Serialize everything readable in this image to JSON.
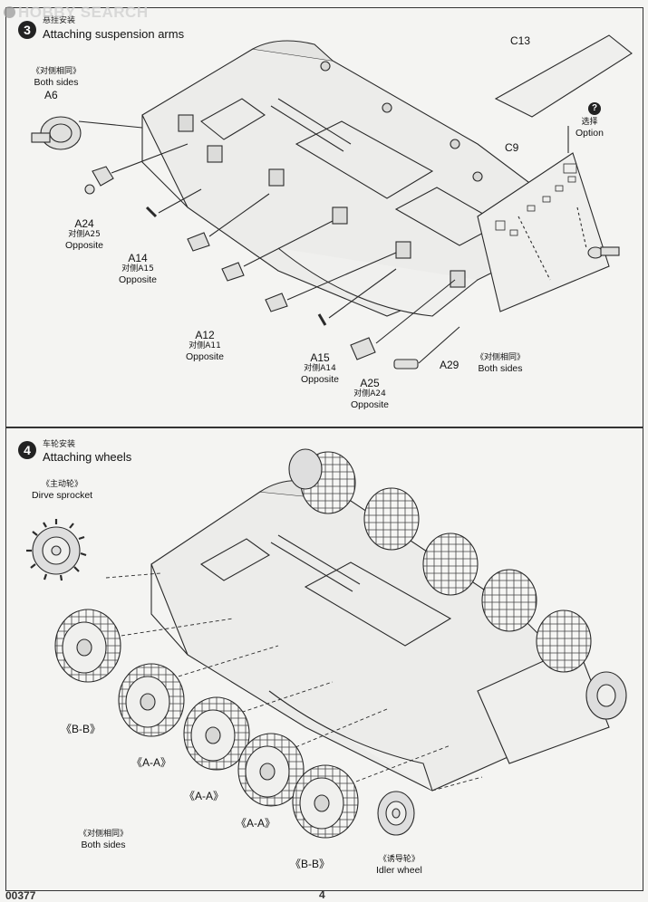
{
  "watermark": "HOBBY SEARCH",
  "page_code": "00377",
  "page_number": "4",
  "step3": {
    "number": "3",
    "title_cn": "悬挂安装",
    "title_en": "Attaching suspension arms",
    "labels": {
      "both_sides_cn": "《对侧相同》",
      "both_sides_en": "Both sides",
      "a6": "A6",
      "a24": "A24",
      "a24_cn": "对侧A25",
      "a24_en": "Opposite",
      "a14": "A14",
      "a14_cn": "对侧A15",
      "a14_en": "Opposite",
      "a12": "A12",
      "a12_cn": "对侧A11",
      "a12_en": "Opposite",
      "a15": "A15",
      "a15_cn": "对侧A14",
      "a15_en": "Opposite",
      "a25": "A25",
      "a25_cn": "对侧A24",
      "a25_en": "Opposite",
      "a29": "A29",
      "a29_both_cn": "《对侧相同》",
      "a29_both_en": "Both sides",
      "c13": "C13",
      "c9": "C9",
      "option_icon": "?",
      "option_cn": "选择",
      "option_en": "Option"
    }
  },
  "step4": {
    "number": "4",
    "title_cn": "车轮安装",
    "title_en": "Attaching wheels",
    "labels": {
      "sprocket_cn": "《主动轮》",
      "sprocket_en": "Dirve sprocket",
      "bb1": "《B-B》",
      "aa1": "《A-A》",
      "aa2": "《A-A》",
      "aa3": "《A-A》",
      "bb2": "《B-B》",
      "both_sides_cn": "《对侧相同》",
      "both_sides_en": "Both sides",
      "idler_cn": "《诱导轮》",
      "idler_en": "Idler wheel"
    }
  }
}
